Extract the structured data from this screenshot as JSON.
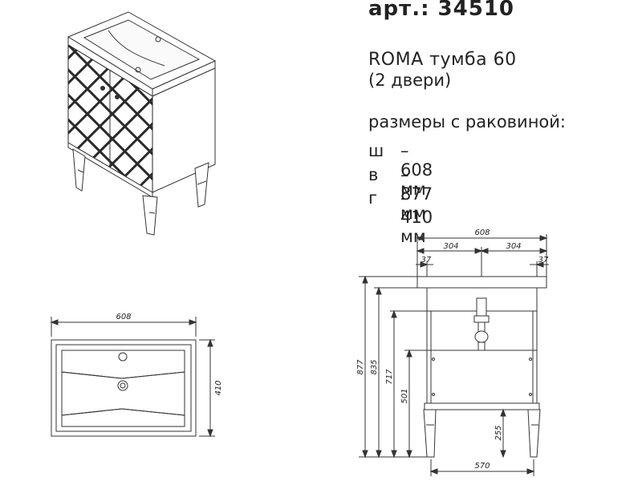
{
  "header": {
    "article": "арт.: 34510",
    "title": "ROMA  тумба 60",
    "subtitle": "(2 двери)",
    "sizes_label": "размеры с раковиной:",
    "dims": [
      {
        "key": "ш",
        "value": "– 608 мм"
      },
      {
        "key": "в",
        "value": "– 877 мм"
      },
      {
        "key": "г",
        "value": "– 410 мм"
      }
    ]
  },
  "top_view": {
    "width": "608",
    "depth": "410"
  },
  "front_view": {
    "total_width": "608",
    "half_left": "304",
    "half_right": "304",
    "overhang_left": "37",
    "overhang_right": "37",
    "height_total": "877",
    "height_body": "835",
    "height_717": "717",
    "height_501": "501",
    "leg_height": "255",
    "base_width": "570"
  },
  "colors": {
    "line": "#333333",
    "lattice": "#2a2a2a"
  }
}
